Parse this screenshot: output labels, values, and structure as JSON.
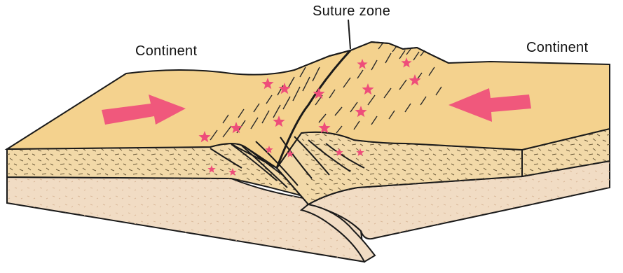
{
  "labels": {
    "left_continent": "Continent",
    "right_continent": "Continent",
    "suture": "Suture zone"
  },
  "colors": {
    "crust_top": "#f4d28e",
    "crust_side": "#f2d9a8",
    "mantle": "#f1dcc4",
    "outline": "#1a1a1a",
    "arrow": "#f0587c",
    "star": "#ee4d7a"
  },
  "icons": {
    "arrows": "collision-arrow",
    "stars": "magma-star"
  }
}
